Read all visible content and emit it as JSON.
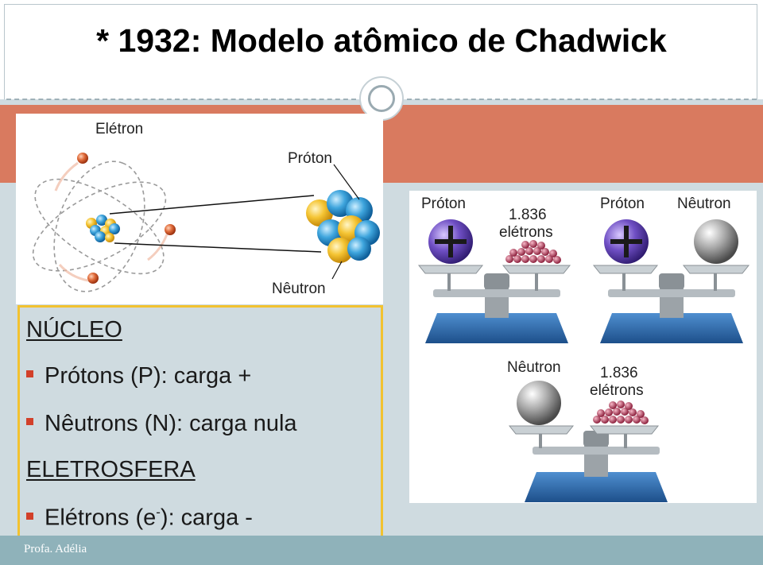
{
  "slide": {
    "title": "* 1932: Modelo atômico de Chadwick",
    "footer": "Profa. Adélia"
  },
  "atom_figure": {
    "label_electron": "Elétron",
    "label_proton": "Próton",
    "label_neutron": "Nêutron"
  },
  "balance_figure": {
    "scale1": {
      "left_label": "Próton",
      "right_label_line1": "1.836",
      "right_label_line2": "elétrons"
    },
    "scale2": {
      "left_label": "Próton",
      "right_label": "Nêutron"
    },
    "scale3": {
      "left_label": "Nêutron",
      "right_label_line1": "1.836",
      "right_label_line2": "elétrons"
    }
  },
  "content": {
    "nucleus_heading": "NÚCLEO",
    "bullet_protons": "Prótons (P): carga +",
    "bullet_neutrons": "Nêutrons (N): carga nula",
    "electrosphere_heading": "ELETROSFERA",
    "bullet_electrons_prefix": "Elétrons (e",
    "bullet_electrons_sup": "-",
    "bullet_electrons_suffix": "): carga -"
  },
  "colors": {
    "band": "#d97a5f",
    "highlight_border": "#f2c230",
    "bullet": "#d2402a",
    "background": "#cfdbe0",
    "footer_bar": "#8fb2ba"
  }
}
